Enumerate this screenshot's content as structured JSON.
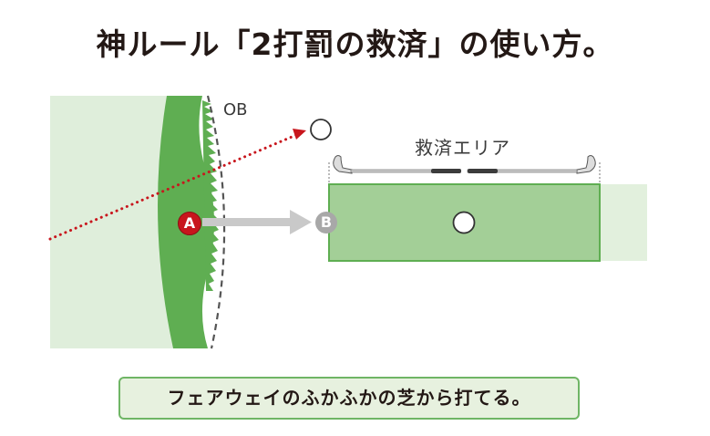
{
  "title": "神ルール「2打罰の救済」の使い方。",
  "labels": {
    "ob": "OB",
    "relief_area": "救済エリア",
    "point_a": "A",
    "point_b": "B"
  },
  "caption": "フェアウェイのふかふかの芝から打てる。",
  "colors": {
    "fairway": "#dfeedb",
    "rough": "#5fae52",
    "relief_area_fill": "#a3cf97",
    "relief_area_border": "#5fae52",
    "relief_extension": "#e2f0dd",
    "trajectory": "#c8161d",
    "marker_a": "#c8161d",
    "marker_b": "#a8a8a8",
    "arrow": "#c9c9c9",
    "caption_bg": "#e7f1df",
    "caption_border": "#6fb565",
    "text": "#231815"
  }
}
